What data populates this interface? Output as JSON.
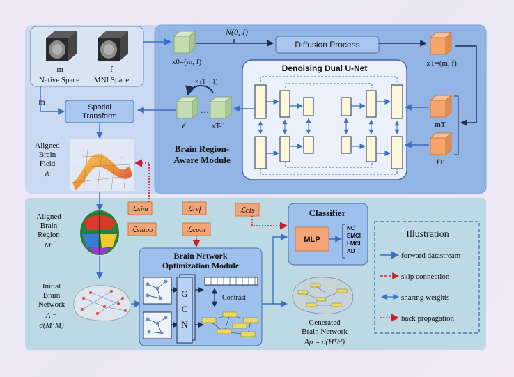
{
  "top": {
    "noise_label": "N(0, I)",
    "diffusion_process": "Diffusion Process",
    "x0_label": "x0=(m, f)",
    "xT_label": "xT=(m, f)",
    "native_m": "m",
    "native_f": "f",
    "native_space": "Native Space",
    "mni_space": "MNI Space",
    "m_side": "m",
    "spatial_transform_1": "Spatial",
    "spatial_transform_2": "Transform",
    "unet_title": "Denoising Dual U-Net",
    "repeat_label": "× (T − 1)",
    "eps_label": "ε̂",
    "dots": "…",
    "xT1_label": "xT-1",
    "mT_label": "mT",
    "fT_label": "fT",
    "module_1": "Brain Region-",
    "module_2": "Aware Module"
  },
  "left": {
    "aligned_field_1": "Aligned",
    "aligned_field_2": "Brain",
    "aligned_field_3": "Field",
    "phi": "ϕ",
    "aligned_region_1": "Aligned",
    "aligned_region_2": "Brain",
    "aligned_region_3": "Region",
    "Mi": "Mi",
    "initial_1": "Initial",
    "initial_2": "Brain",
    "initial_3": "Network",
    "A_formula_1": "A =",
    "A_formula_2": "σ(MᵀM)"
  },
  "losses": {
    "sim": "ℒsim",
    "smoo": "ℒsmoo",
    "ref": "ℒref",
    "cont": "ℒcont",
    "cls": "ℒcls"
  },
  "bottom": {
    "bno_1": "Brain Network",
    "bno_2": "Optimization Module",
    "gcn": [
      "G",
      "C",
      "N"
    ],
    "contrast": "Contrast",
    "classifier": "Classifier",
    "mlp": "MLP",
    "classes": [
      "NC",
      "EMCI",
      "LMCI",
      "AD"
    ],
    "generated_1": "Generated",
    "generated_2": "Brain Network",
    "Ap_formula": "Ap = σ(HᵀH)"
  },
  "legend": {
    "title": "Illustration",
    "items": [
      {
        "label": "forward datastream",
        "color": "#3b6fc1",
        "style": "solid"
      },
      {
        "label": "skip connection",
        "color": "#d0302a",
        "style": "dashed"
      },
      {
        "label": "sharing weights",
        "color": "#3b6fc1",
        "style": "double"
      },
      {
        "label": "back propagation",
        "color": "#c8202a",
        "style": "dotted"
      }
    ]
  },
  "colors": {
    "panel_top": "#8fb3e6",
    "panel_bottom": "#bcd9e4",
    "box_blue": "#9ec0ec",
    "loss_orange": "#f3a57a",
    "cube_green": "#c3ddb0",
    "cube_orange": "#f4a46c",
    "arrow_blue": "#3b6fc1"
  }
}
